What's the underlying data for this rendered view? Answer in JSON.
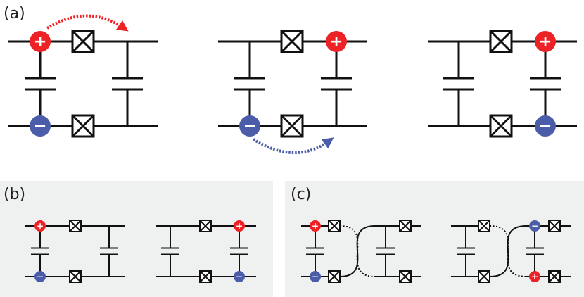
{
  "labels": {
    "a": "(a)",
    "b": "(b)",
    "c": "(c)"
  },
  "signs": {
    "plus": "+",
    "minus": "−"
  },
  "colors": {
    "positive": "#ec2227",
    "negative": "#4b5ca8",
    "wire": "#111111",
    "panel_bg": "#eff1f1"
  }
}
